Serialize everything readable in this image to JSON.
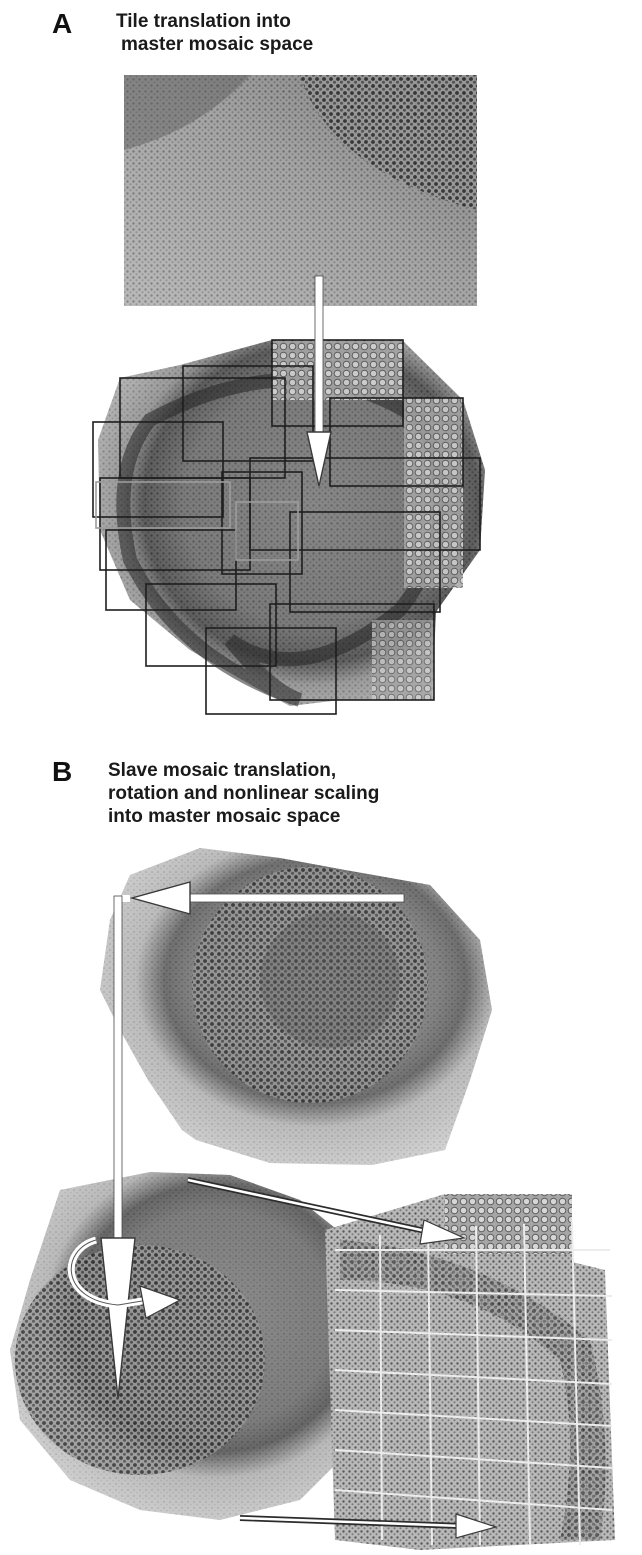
{
  "panel_a": {
    "letter": "A",
    "caption_lines": [
      "Tile translation into",
      "master mosaic space"
    ]
  },
  "panel_b": {
    "letter": "B",
    "caption_lines": [
      "Slave mosaic translation,",
      "rotation and nonlinear scaling",
      "into master mosaic space"
    ]
  },
  "colors": {
    "tile_outline": "#1e1e1e",
    "arrow_fill": "#ffffff",
    "arrow_outline": "#3a3a3a",
    "tissue_dark": "#2f2f2f",
    "tissue_mid": "#7a7a7a",
    "tissue_light": "#bdbdbd",
    "grid_line": "#ececec"
  }
}
